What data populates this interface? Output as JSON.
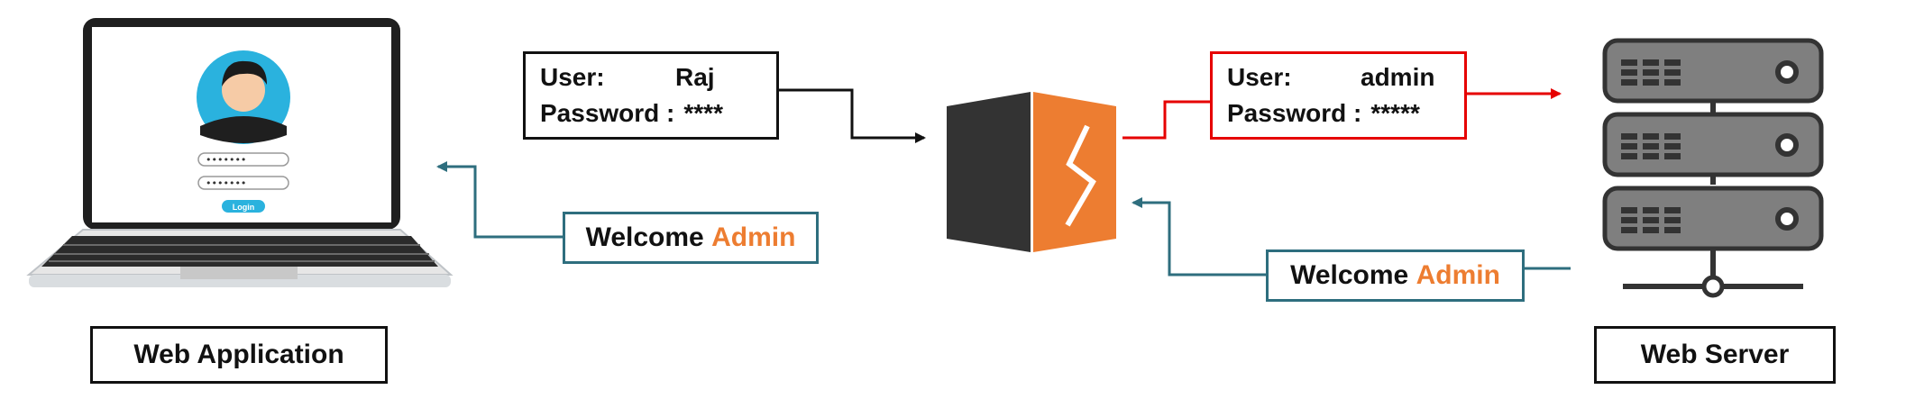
{
  "client": {
    "label": "Web Application",
    "login_button": "Login",
    "password_mask_1": "•••••••",
    "password_mask_2": "•••••••"
  },
  "server": {
    "label": "Web Server"
  },
  "request_original": {
    "user_label": "User:",
    "user_value": "Raj",
    "password_label": "Password :",
    "password_value": "****"
  },
  "request_modified": {
    "user_label": "User:",
    "user_value": "admin",
    "password_label": "Password :",
    "password_value": "*****"
  },
  "response_server": {
    "text": "Welcome ",
    "highlight": "Admin"
  },
  "response_client": {
    "text": "Welcome ",
    "highlight": "Admin"
  },
  "colors": {
    "teal": "#2E6E7E",
    "red": "#E60000",
    "orange": "#ED7D31",
    "dark": "#333333",
    "server_gray": "#7F7F7F"
  }
}
